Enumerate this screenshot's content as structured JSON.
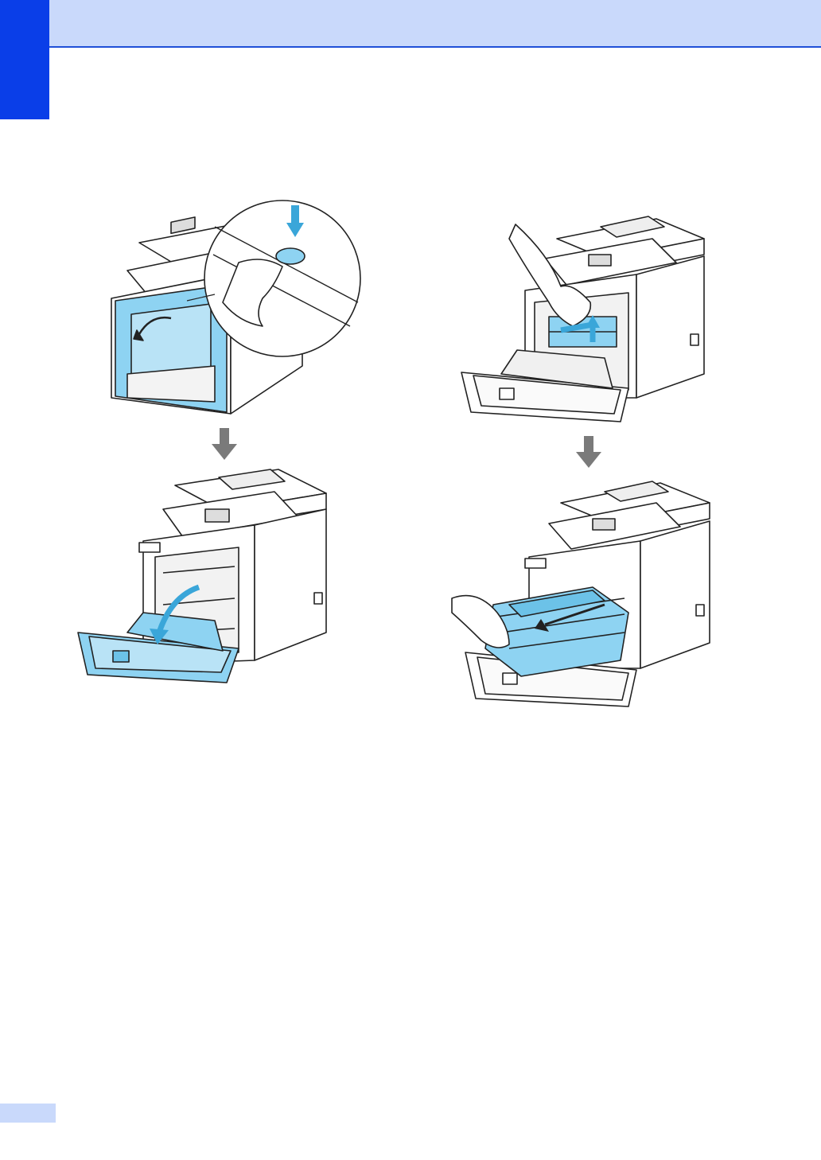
{
  "colors": {
    "header_band": "#c9d9fb",
    "header_rule": "#1f4fd8",
    "chapter_tab": "#0a3ee8",
    "highlight_cyan": "#8ed3f2",
    "arrow_gray": "#7a7a7a"
  },
  "illustrations": [
    {
      "step": "press-front-cover-release-button",
      "icon": "printer-front-cover-release"
    },
    {
      "step": "open-front-cover",
      "icon": "printer-front-cover-open"
    },
    {
      "step": "unlock-drum-lever",
      "icon": "printer-drum-lever"
    },
    {
      "step": "pull-out-drum-unit",
      "icon": "printer-drum-pull-out"
    }
  ]
}
